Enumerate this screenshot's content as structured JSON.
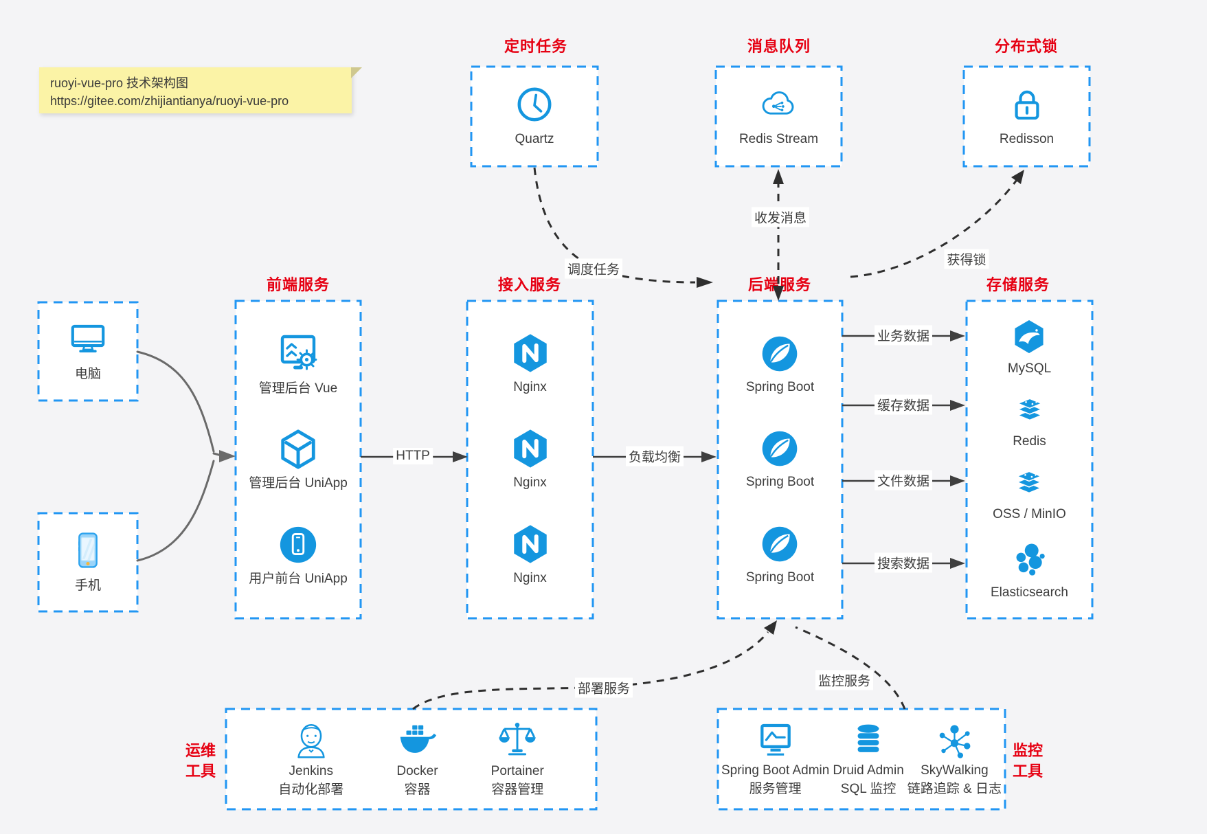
{
  "note": {
    "line1": "ruoyi-vue-pro 技术架构图",
    "line2": "https://gitee.com/zhijiantianya/ruoyi-vue-pro"
  },
  "colors": {
    "accent_blue": "#1496df",
    "border_blue": "#2196f3",
    "title_red": "#e60012",
    "solid_arrow": "#3f3f3f",
    "dashed_arrow": "#2e2e2e",
    "note_bg": "#fbf3a6",
    "canvas_bg": "#f4f4f6"
  },
  "top_groups": [
    {
      "title": "定时任务",
      "item": {
        "icon": "clock-icon",
        "label": "Quartz"
      }
    },
    {
      "title": "消息队列",
      "item": {
        "icon": "cloud-message-icon",
        "label": "Redis Stream"
      }
    },
    {
      "title": "分布式锁",
      "item": {
        "icon": "lock-icon",
        "label": "Redisson"
      }
    }
  ],
  "clients": [
    {
      "icon": "desktop-computer-icon",
      "label": "电脑"
    },
    {
      "icon": "smartphone-icon",
      "label": "手机"
    }
  ],
  "columns": [
    {
      "title": "前端服务",
      "items": [
        {
          "icon": "admin-dashboard-icon",
          "label": "管理后台 Vue"
        },
        {
          "icon": "cube-icon",
          "label": "管理后台 UniApp"
        },
        {
          "icon": "mobile-app-icon",
          "label": "用户前台 UniApp"
        }
      ]
    },
    {
      "title": "接入服务",
      "items": [
        {
          "icon": "nginx-icon",
          "label": "Nginx"
        },
        {
          "icon": "nginx-icon",
          "label": "Nginx"
        },
        {
          "icon": "nginx-icon",
          "label": "Nginx"
        }
      ]
    },
    {
      "title": "后端服务",
      "items": [
        {
          "icon": "spring-boot-icon",
          "label": "Spring Boot"
        },
        {
          "icon": "spring-boot-icon",
          "label": "Spring Boot"
        },
        {
          "icon": "spring-boot-icon",
          "label": "Spring Boot"
        }
      ]
    },
    {
      "title": "存储服务",
      "items": [
        {
          "icon": "mysql-icon",
          "label": "MySQL"
        },
        {
          "icon": "redis-icon",
          "label": "Redis"
        },
        {
          "icon": "object-storage-icon",
          "label": "OSS / MinIO"
        },
        {
          "icon": "elasticsearch-icon",
          "label": "Elasticsearch"
        }
      ]
    }
  ],
  "bottom_groups": [
    {
      "title_line1": "运维",
      "title_line2": "工具",
      "items": [
        {
          "icon": "jenkins-icon",
          "label": "Jenkins",
          "sublabel": "自动化部署"
        },
        {
          "icon": "docker-icon",
          "label": "Docker",
          "sublabel": "容器"
        },
        {
          "icon": "portainer-icon",
          "label": "Portainer",
          "sublabel": "容器管理"
        }
      ]
    },
    {
      "title_line1": "监控",
      "title_line2": "工具",
      "items": [
        {
          "icon": "monitor-chart-icon",
          "label": "Spring Boot Admin",
          "sublabel": "服务管理"
        },
        {
          "icon": "database-icon",
          "label": "Druid Admin",
          "sublabel": "SQL 监控"
        },
        {
          "icon": "topology-icon",
          "label": "SkyWalking",
          "sublabel": "链路追踪 & 日志"
        }
      ]
    }
  ],
  "edge_labels": {
    "schedule": "调度任务",
    "message": "收发消息",
    "lock": "获得锁",
    "http": "HTTP",
    "load_balance": "负载均衡",
    "business_data": "业务数据",
    "cache_data": "缓存数据",
    "file_data": "文件数据",
    "search_data": "搜索数据",
    "deploy": "部署服务",
    "monitor": "监控服务"
  }
}
